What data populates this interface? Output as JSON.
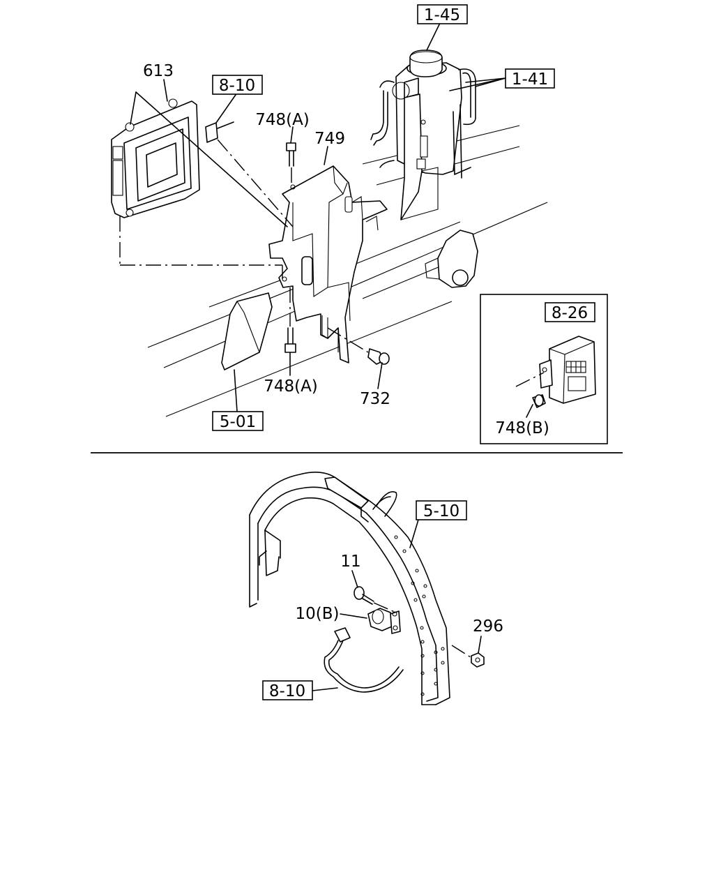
{
  "refs": {
    "r1_45": "1-45",
    "r1_41": "1-41",
    "r8_10_top": "8-10",
    "r8_26": "8-26",
    "r5_01": "5-01",
    "r5_10": "5-10",
    "r8_10_bottom": "8-10"
  },
  "parts": {
    "p613": "613",
    "p748a_top": "748(A)",
    "p749": "749",
    "p748a_bottom": "748(A)",
    "p732": "732",
    "p748b": "748(B)",
    "p11": "11",
    "p10b": "10(B)",
    "p296": "296"
  }
}
